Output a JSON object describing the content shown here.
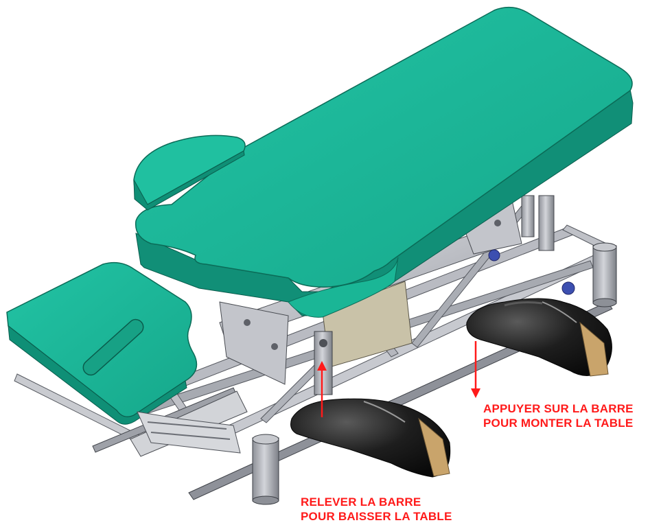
{
  "annotations": {
    "raise_table": {
      "line1": "APPUYER SUR LA BARRE",
      "line2": "POUR MONTER LA TABLE"
    },
    "lower_table": {
      "line1": "RELEVER LA BARRE",
      "line2": "POUR BAISSER LA TABLE"
    }
  },
  "colors": {
    "annotation": "#ff1a1a",
    "cushion_top": "#1bbb9c",
    "cushion_side": "#0f8f76",
    "frame_metal": "#c4c6cc",
    "frame_dark": "#8b8e96",
    "shoe": "#1a1a1a",
    "column": "#a9abb1"
  },
  "icons": [
    "arrow-down-icon",
    "arrow-up-icon",
    "shoe-icon"
  ]
}
